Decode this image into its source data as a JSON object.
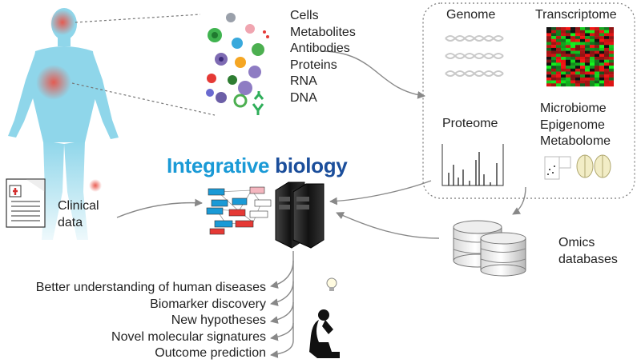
{
  "title_word1": "Integrative",
  "title_word2": "biology",
  "colors": {
    "title_word1": "#1a9ad6",
    "title_word2": "#1b4e9b",
    "human": "#8fd6ea",
    "hotspot": "#e8554a",
    "dashed": "#777777"
  },
  "components": [
    "Cells",
    "Metabolites",
    "Antibodies",
    "Proteins",
    "RNA",
    "DNA"
  ],
  "omics": {
    "genome": "Genome",
    "transcriptome": "Transcriptome",
    "proteome": "Proteome",
    "others": [
      "Microbiome",
      "Epigenome",
      "Metabolome"
    ]
  },
  "clinical": [
    "Clinical",
    "data"
  ],
  "databases": [
    "Omics",
    "databases"
  ],
  "outcomes": [
    "Better understanding of human diseases",
    "Biomarker discovery",
    "New hypotheses",
    "Novel molecular signatures",
    "Outcome prediction"
  ]
}
